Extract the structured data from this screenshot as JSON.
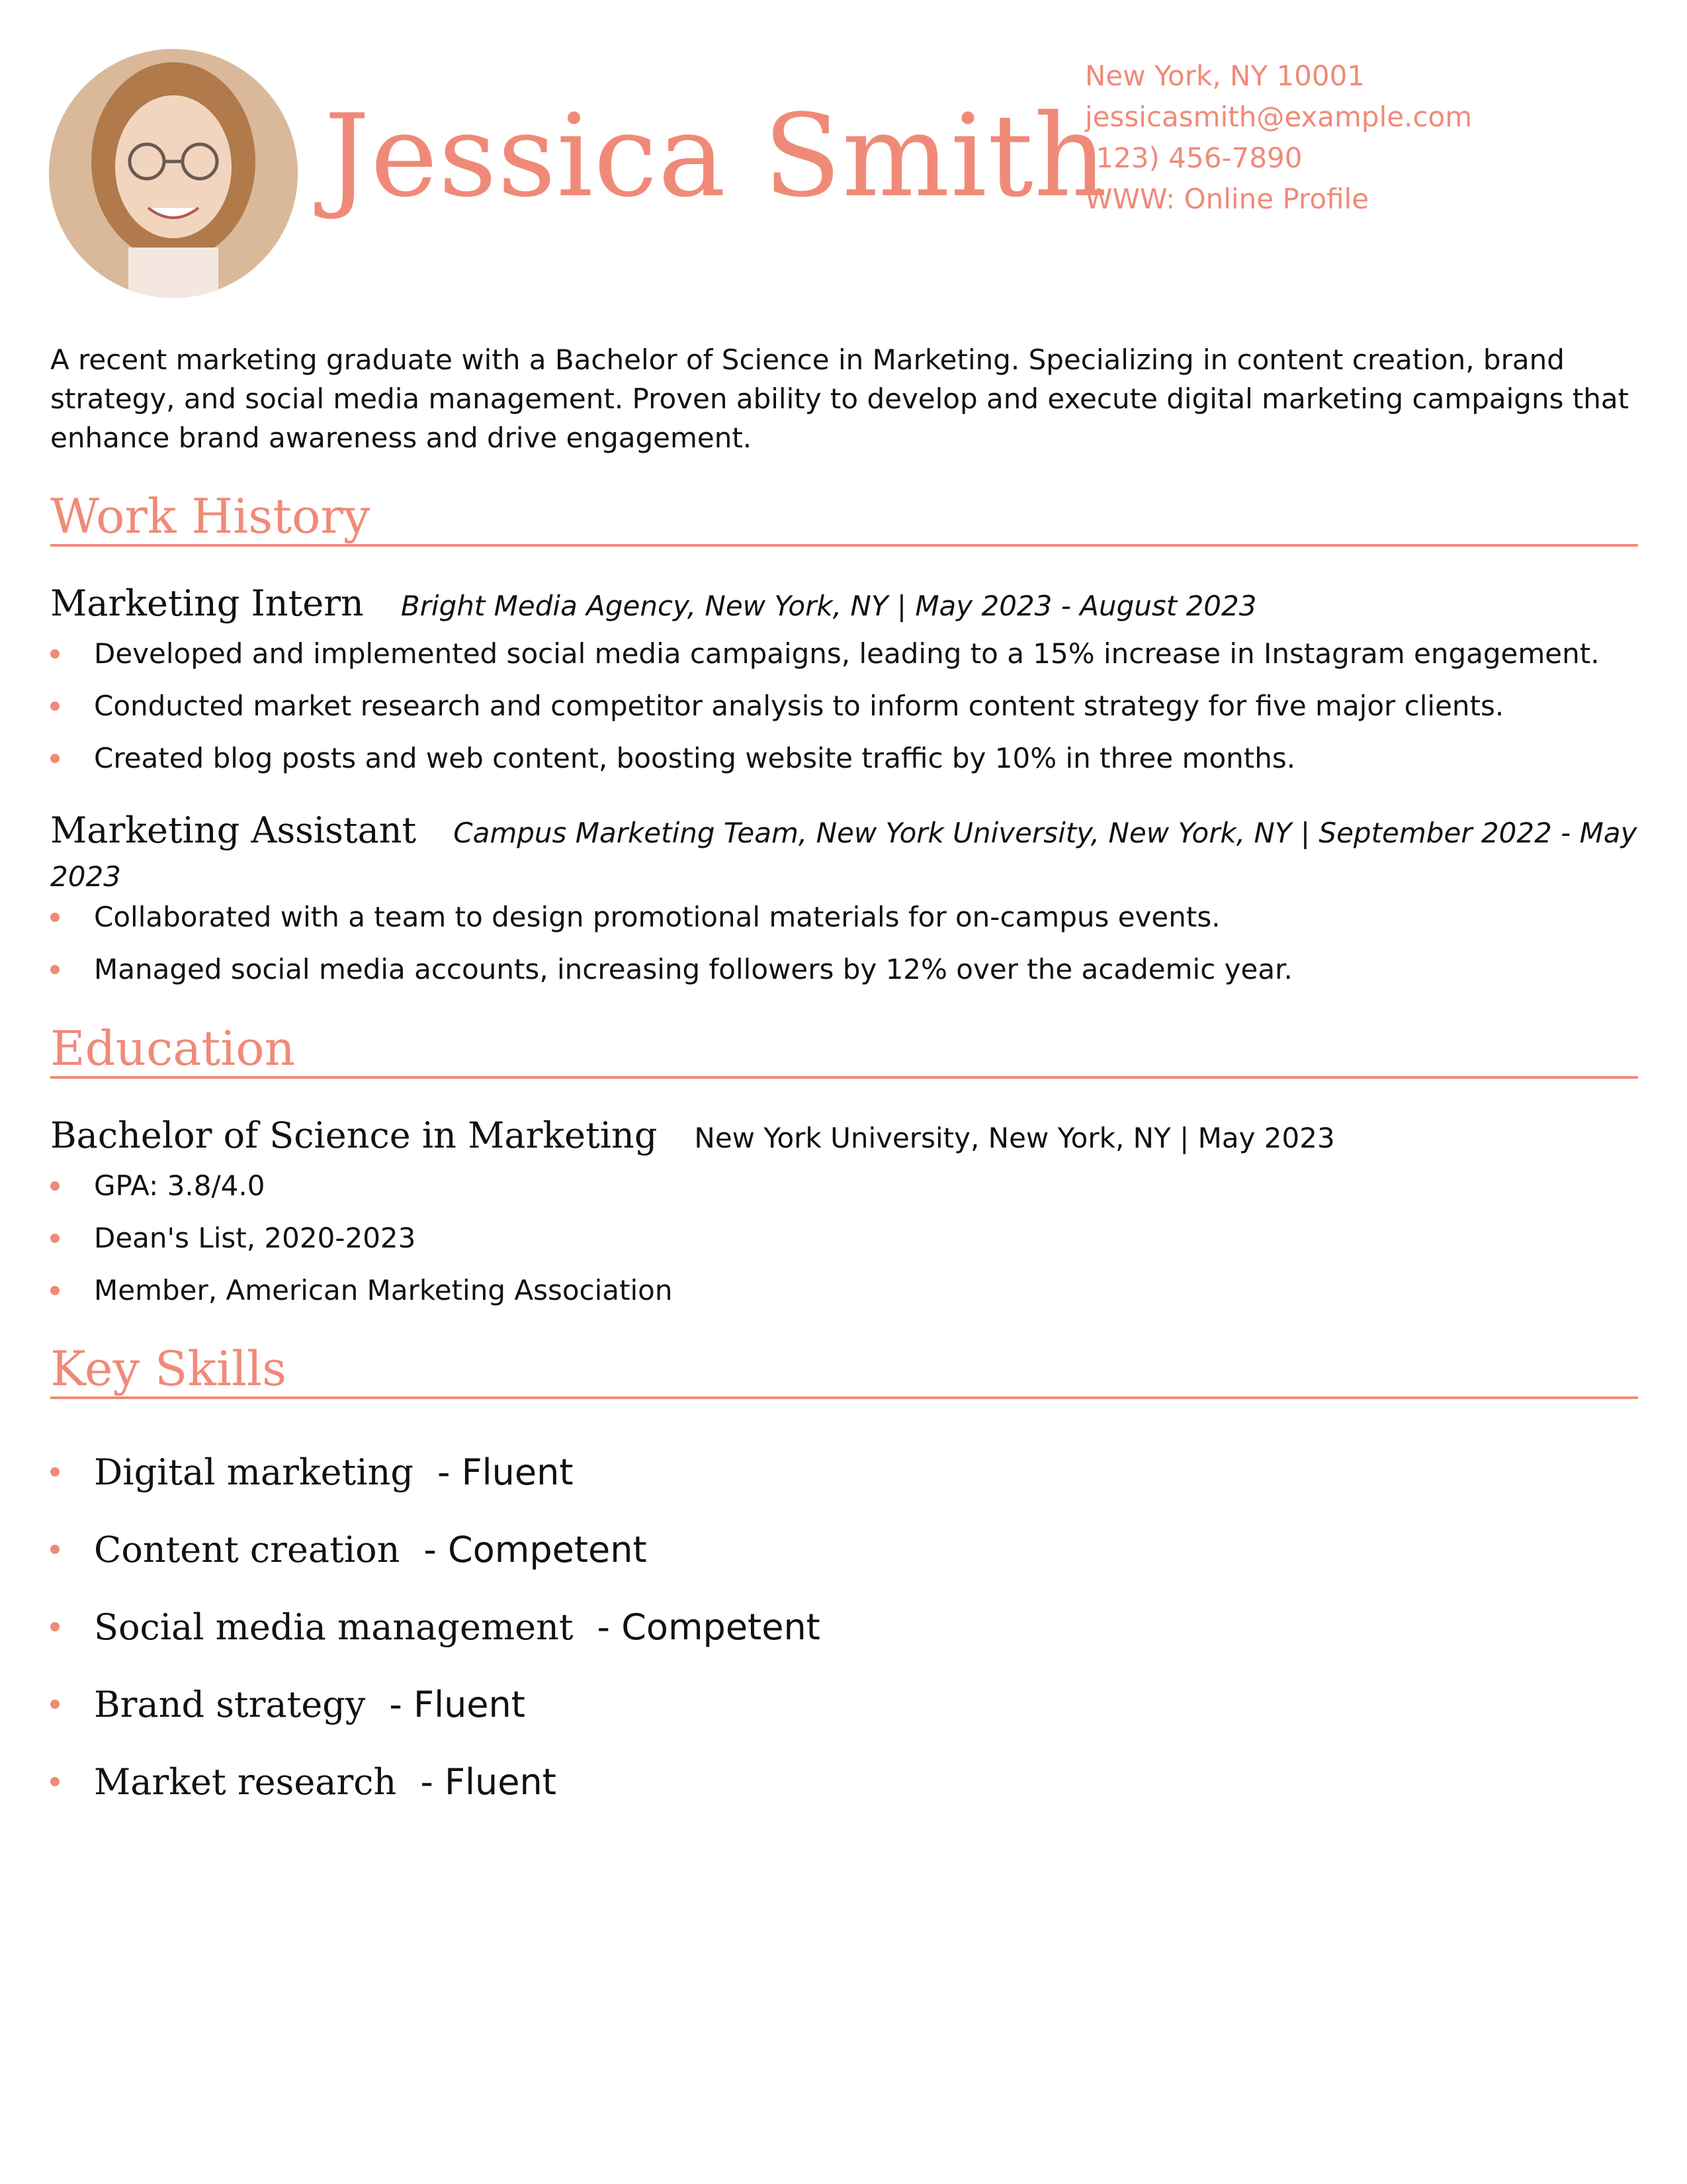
{
  "header": {
    "name": "Jessica Smith",
    "contact": {
      "address": "New York, NY 10001",
      "email": "jessicasmith@example.com",
      "phone": "(123) 456-7890",
      "website": "WWW: Online Profile"
    }
  },
  "summary": "A recent marketing graduate with a Bachelor of Science in Marketing. Specializing in content creation, brand strategy, and social media management. Proven ability to develop and execute digital marketing campaigns that enhance brand awareness and drive engagement.",
  "sections": {
    "work_history": "Work History",
    "education": "Education",
    "key_skills": "Key Skills"
  },
  "work": [
    {
      "title": "Marketing Intern",
      "meta": "Bright Media Agency, New York, NY | May 2023 - August 2023",
      "bullets": [
        "Developed and implemented social media campaigns, leading to a 15% increase in Instagram engagement.",
        "Conducted market research and competitor analysis to inform content strategy for five major clients.",
        "Created blog posts and web content, boosting website traffic by 10% in three months."
      ]
    },
    {
      "title": "Marketing Assistant",
      "meta": "Campus Marketing Team, New York University, New York, NY | September 2022 - May 2023",
      "bullets": [
        "Collaborated with a team to design promotional materials for on-campus events.",
        "Managed social media accounts, increasing followers by 12% over the academic year."
      ]
    }
  ],
  "education": {
    "degree": "Bachelor of Science in Marketing",
    "meta": "New York University, New York, NY | May 2023",
    "bullets": [
      "GPA: 3.8/4.0",
      "Dean's List, 2020-2023",
      "Member, American Marketing Association"
    ]
  },
  "skills": [
    {
      "name": "Digital marketing",
      "level": "- Fluent"
    },
    {
      "name": "Content creation",
      "level": "- Competent"
    },
    {
      "name": "Social media management",
      "level": "- Competent"
    },
    {
      "name": "Brand strategy",
      "level": "- Fluent"
    },
    {
      "name": "Market research",
      "level": "- Fluent"
    }
  ],
  "colors": {
    "accent": "#f08a78",
    "text": "#111111"
  }
}
